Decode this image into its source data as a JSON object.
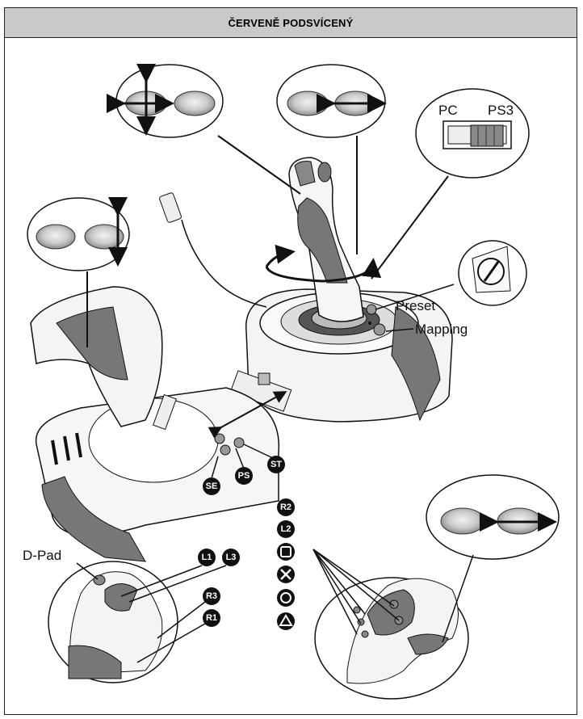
{
  "header": {
    "title": "ČERVENĚ PODSVÍCENÝ"
  },
  "switch": {
    "left_label": "PC",
    "right_label": "PS3"
  },
  "labels": {
    "preset": "Preset",
    "mapping": "Mapping",
    "dpad": "D-Pad"
  },
  "base_buttons": {
    "select": "SE",
    "ps": "PS",
    "start": "ST"
  },
  "stick_buttons": {
    "l1": "L1",
    "l3": "L3",
    "r3": "R3",
    "r1": "R1"
  },
  "face_buttons": {
    "r2": "R2",
    "l2": "L2"
  }
}
